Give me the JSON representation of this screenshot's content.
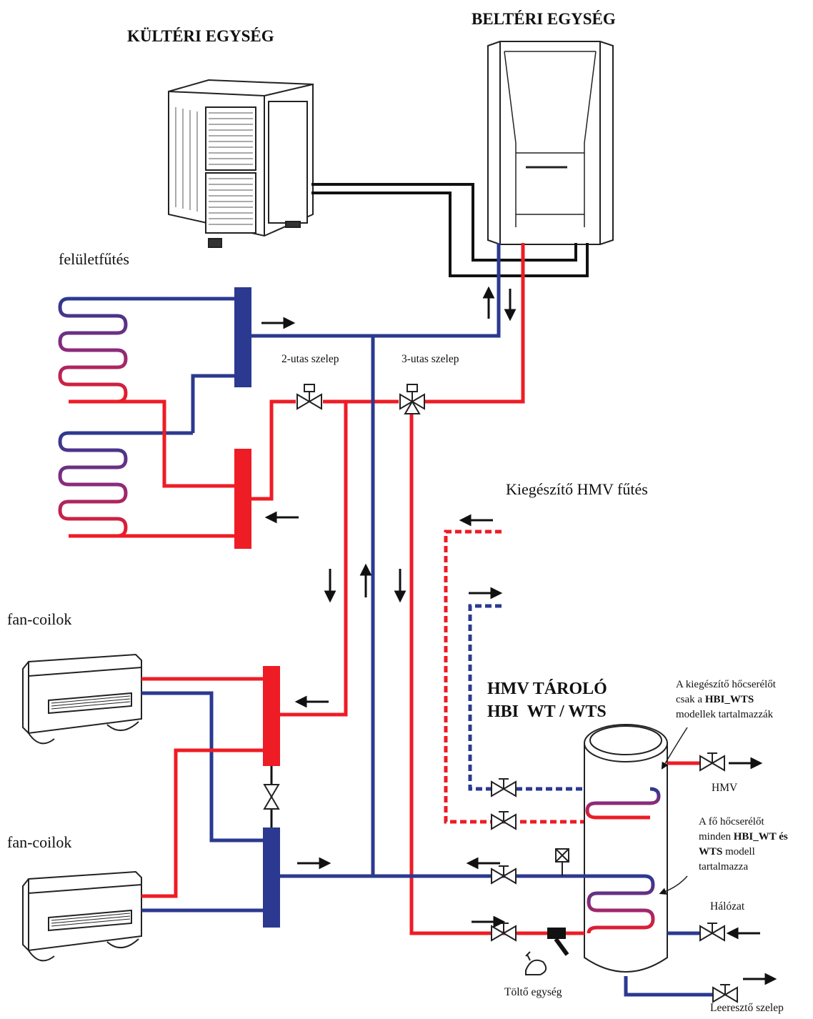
{
  "labels": {
    "outdoor_unit": "KÜLTÉRI EGYSÉG",
    "indoor_unit": "BELTÉRI EGYSÉG",
    "floor_heating": "felületfűtés",
    "valve_2way": "2-utas szelep",
    "valve_3way": "3-utas szelep",
    "aux_dhw_heating": "Kiegészítő HMV fűtés",
    "fan_coils_1": "fan-coilok",
    "fan_coils_2": "fan-coilok",
    "tank_title_1": "HMV TÁROLÓ",
    "tank_title_2": "HBI  WT / WTS",
    "aux_exchanger_note_1": "A kiegészítő hőcserélőt",
    "aux_exchanger_note_2a": "csak a ",
    "aux_exchanger_note_2b": "HBI_WTS",
    "aux_exchanger_note_3": "modellek tartalmazzák",
    "dhw": "HMV",
    "main_exchanger_note_1": "A fő hőcserélőt",
    "main_exchanger_note_2a": "minden ",
    "main_exchanger_note_2b": "HBI_WT és",
    "main_exchanger_note_3a": "WTS",
    "main_exchanger_note_3b": " modell",
    "main_exchanger_note_4": "tartalmazza",
    "mains": "Hálózat",
    "filling_unit": "Töltő egység",
    "drain_valve": "Leeresztő szelep"
  },
  "colors": {
    "flow_hot": "#ee1c25",
    "return_cold": "#2b3990",
    "refrigerant": "#111111",
    "coil_mid": "#8b2b7c"
  }
}
